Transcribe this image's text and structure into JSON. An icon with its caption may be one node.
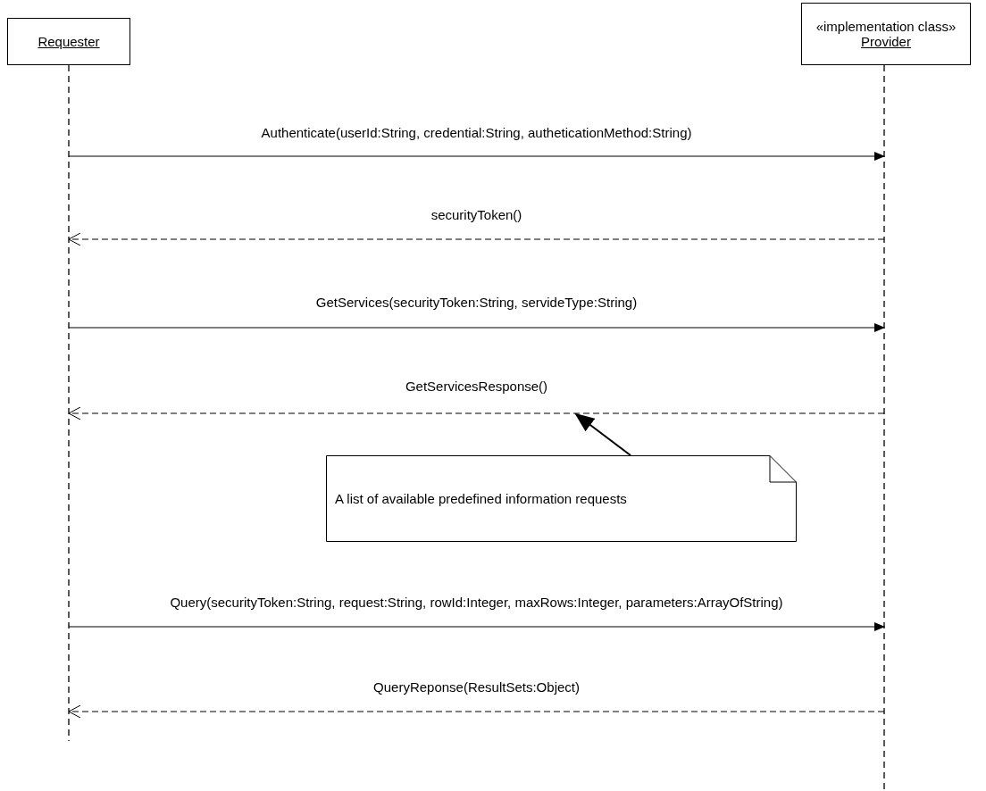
{
  "diagram": {
    "nodes": [
      {
        "text": [
          "Requester"
        ]
      },
      {
        "text": [
          "«implementation class»",
          "Provider"
        ]
      },
      {
        "text": [
          "A list of available predefined information requests"
        ]
      }
    ],
    "edges": [
      {
        "from": 0,
        "to": 1,
        "arrow": "to",
        "label": "Authenticate(userId:String, credential:String, autheticationMethod:String)"
      },
      {
        "from": 1,
        "to": 0,
        "arrow": "to",
        "style": "dashed",
        "label": "securityToken()"
      },
      {
        "from": 0,
        "to": 1,
        "arrow": "to",
        "label": "GetServices(securityToken:String, servideType:String)"
      },
      {
        "from": 1,
        "to": 0,
        "arrow": "to",
        "style": "dashed",
        "label": "GetServicesResponse()"
      },
      {
        "from": 2,
        "to": null,
        "arrow": "to"
      },
      {
        "from": 0,
        "to": 1,
        "arrow": "to",
        "label": "Query(securityToken:String, request:String, rowId:Integer, maxRows:Integer, parameters:ArrayOfString)"
      },
      {
        "from": 1,
        "to": 0,
        "arrow": "to",
        "style": "dashed",
        "label": "QueryReponse(ResultSets:Object)"
      }
    ]
  }
}
